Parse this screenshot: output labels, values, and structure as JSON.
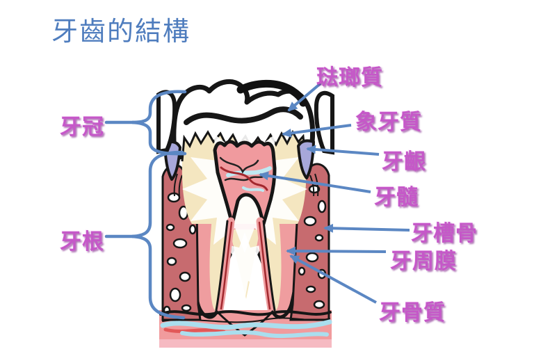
{
  "page": {
    "title": "牙齒的結構"
  },
  "diagram": {
    "side_labels": {
      "crown": "牙冠",
      "root": "牙根"
    },
    "part_labels": {
      "enamel": "琺瑯質",
      "dentin": "象牙質",
      "gum": "牙齦",
      "pulp": "牙髓",
      "alveolar_bone": "牙槽骨",
      "periodontal_membrane": "牙周膜",
      "cementum": "牙骨質"
    },
    "colors": {
      "title_blue": "#4f7dbe",
      "label_purple": "#c558c8",
      "pointer_blue": "#5b87c3",
      "enamel_white": "#ffffff",
      "dentin_cream": "#f4e6c0",
      "pulp_pink": "#f09a9e",
      "gum_periwinkle": "#a7a7da",
      "bone_rose": "#c76b6f",
      "gum_pink": "#f19b9d",
      "base_pink": "#f6bac2",
      "vessel_blue": "#aadeee",
      "vessel_red": "#e25858",
      "outline_black": "#161616"
    }
  }
}
